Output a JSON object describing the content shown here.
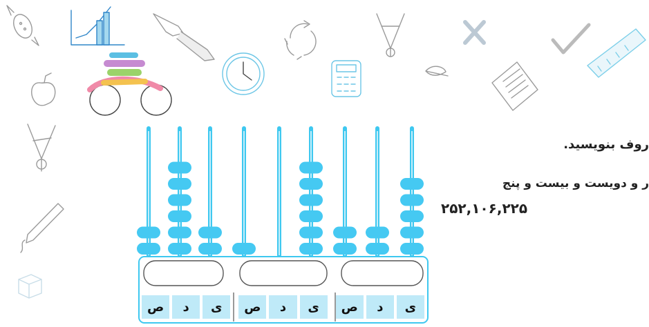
{
  "instructions": {
    "line1": "روف بنویسید.",
    "line2": "ر و دویست و بیست و پنج",
    "line3": "۲۵۲,۱۰۶,۲۲۵"
  },
  "abacus": {
    "rods": [
      {
        "beads": 2
      },
      {
        "beads": 6
      },
      {
        "beads": 2
      },
      {
        "beads": 1
      },
      {
        "beads": 0
      },
      {
        "beads": 6
      },
      {
        "beads": 2
      },
      {
        "beads": 2
      },
      {
        "beads": 5
      }
    ],
    "place_labels": [
      "ص",
      "د",
      "ی",
      "ص",
      "د",
      "ی",
      "ص",
      "د",
      "ی"
    ]
  },
  "colors": {
    "rod": "#3ec8f0",
    "bead": "#45c9f2",
    "frame": "#3ec8f0",
    "label_bg": "#bfeaf8"
  },
  "doodles": [
    "candy-icon",
    "chart-icon",
    "pen-icon",
    "recycle-icon",
    "compass-icon",
    "close-icon",
    "check-icon",
    "ruler-icon",
    "apple-icon",
    "motorcycle-icon",
    "clock-icon",
    "calculator-icon",
    "leaf-icon",
    "document-icon",
    "pencil-icon",
    "cube-icon"
  ]
}
